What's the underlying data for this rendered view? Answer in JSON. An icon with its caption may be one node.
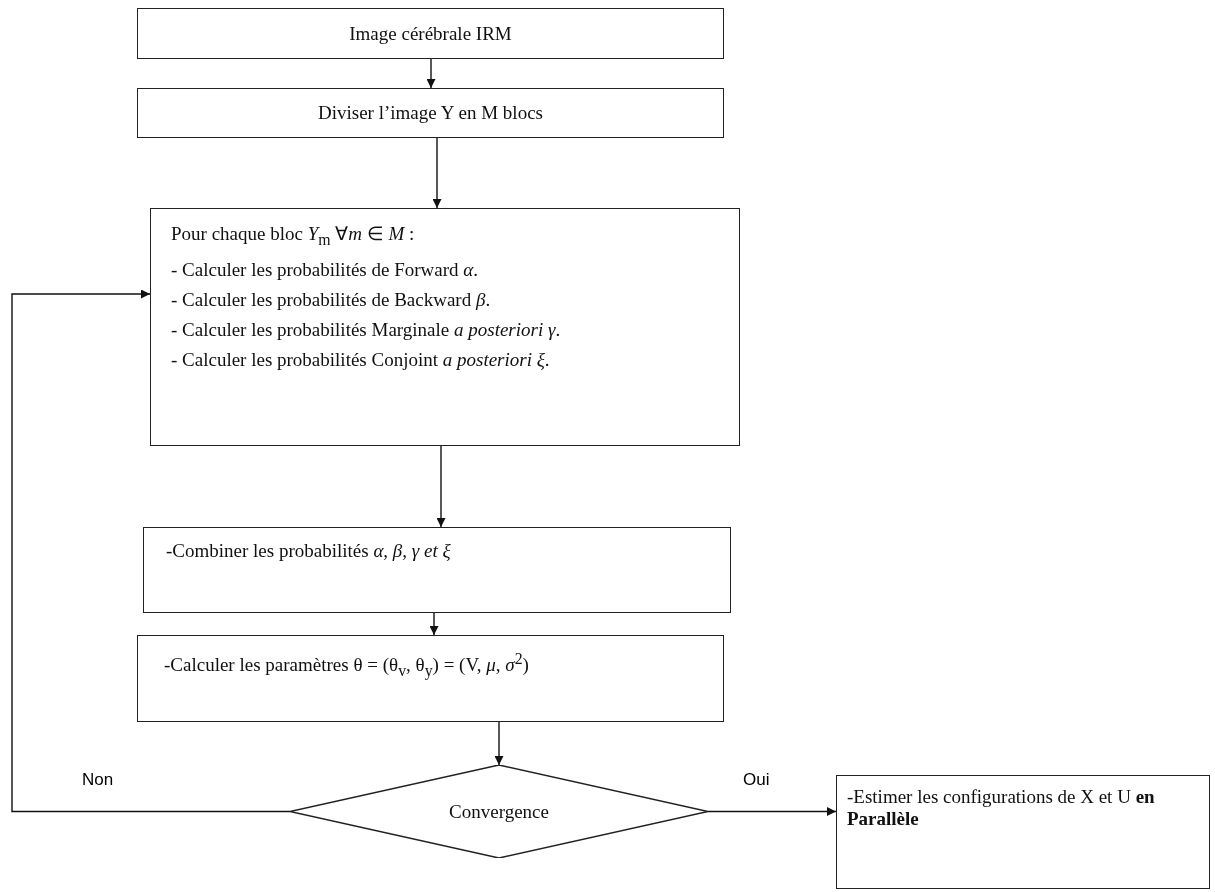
{
  "diagram": {
    "nodes": [
      {
        "text": [
          "Image cérébrale IRM"
        ]
      },
      {
        "text": [
          "Diviser l’image Y en M blocs"
        ]
      },
      {
        "text": [
          "Pour chaque bloc *Y*$_{m}$ ∀*m* ∈ *M* :",
          "- Calculer les probabilités de Forward *α*.",
          "- Calculer les probabilités de Backward *β*.",
          "- Calculer les probabilités Marginale *a posteriori γ*.",
          "- Calculer les probabilités Conjoint *a posteriori ξ*."
        ]
      },
      {
        "text": [
          "-Combiner les probabilités *α, β, γ et ξ*"
        ]
      },
      {
        "text": [
          "-Calculer les paramètres θ = (θ$_{v}$, θ$_{y}$) = (V, *μ*, *σ*$^{2}$)"
        ]
      },
      {
        "text": [
          "Convergence"
        ]
      },
      {
        "text": [
          "-Estimer les configurations de X et U **en Parallèle**"
        ]
      }
    ],
    "edges": [
      {
        "from": 0,
        "to": 1,
        "arrow": "to"
      },
      {
        "from": 1,
        "to": 2,
        "arrow": "to"
      },
      {
        "from": 2,
        "to": 3,
        "arrow": "to"
      },
      {
        "from": 3,
        "to": 4,
        "arrow": "to"
      },
      {
        "from": 4,
        "to": 5,
        "arrow": "to"
      },
      {
        "from": 5,
        "to": 2,
        "arrow": "to",
        "label": "Non"
      },
      {
        "from": 5,
        "to": 6,
        "arrow": "to",
        "label": "Oui"
      }
    ]
  }
}
